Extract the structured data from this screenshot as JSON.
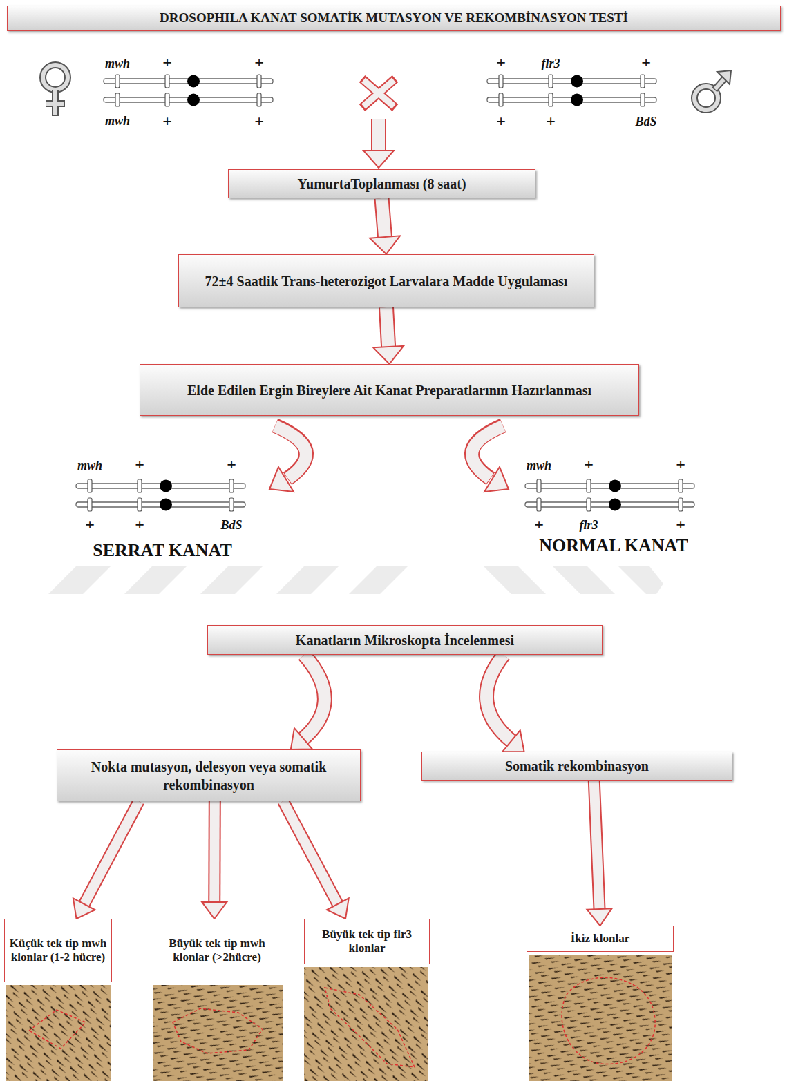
{
  "diagram": {
    "title": "DROSOPHILA KANAT SOMATİK MUTASYON VE REKOMBİNASYON TESTİ",
    "nodes": [
      {
        "text": [
          "YumurtaToplanması (8 saat)"
        ]
      },
      {
        "text": [
          "72±4 Saatlik Trans-heterozigot Larvalara Madde Uygulaması"
        ]
      },
      {
        "text": [
          "Elde Edilen Ergin Bireylere Ait Kanat Preparatlarının Hazırlanması"
        ]
      },
      {
        "text": [
          "Kanatların Mikroskopta İncelenmesi"
        ]
      },
      {
        "text": [
          "Nokta mutasyon, delesyon veya somatik rekombinasyon"
        ]
      },
      {
        "text": [
          "Somatik rekombinasyon"
        ]
      },
      {
        "text": [
          "Küçük tek tip mwh klonlar (1-2 hücre)"
        ]
      },
      {
        "text": [
          "Büyük tek tip mwh klonlar (>2hücre)"
        ]
      },
      {
        "text": [
          "Büyük tek tip flr3 klonlar"
        ]
      },
      {
        "text": [
          "İkiz klonlar"
        ]
      }
    ],
    "edges": [
      {
        "from": 0,
        "to": 1,
        "arrow": "to"
      },
      {
        "from": 1,
        "to": 2,
        "arrow": "to"
      },
      {
        "from": 3,
        "to": 4,
        "arrow": "to"
      },
      {
        "from": 3,
        "to": 5,
        "arrow": "to"
      },
      {
        "from": 4,
        "to": 6,
        "arrow": "to"
      },
      {
        "from": 4,
        "to": 7,
        "arrow": "to"
      },
      {
        "from": 4,
        "to": 8,
        "arrow": "to"
      },
      {
        "from": 5,
        "to": 9,
        "arrow": "to"
      }
    ],
    "labels": [
      "mwh",
      "+",
      "+",
      "mwh",
      "+",
      "+",
      "+",
      "flr3",
      "+",
      "+",
      "+",
      "BdS",
      "mwh",
      "+",
      "+",
      "+",
      "+",
      "BdS",
      "SERRAT KANAT",
      "mwh",
      "+",
      "+",
      "+",
      "flr3",
      "+",
      "NORMAL KANAT"
    ]
  }
}
